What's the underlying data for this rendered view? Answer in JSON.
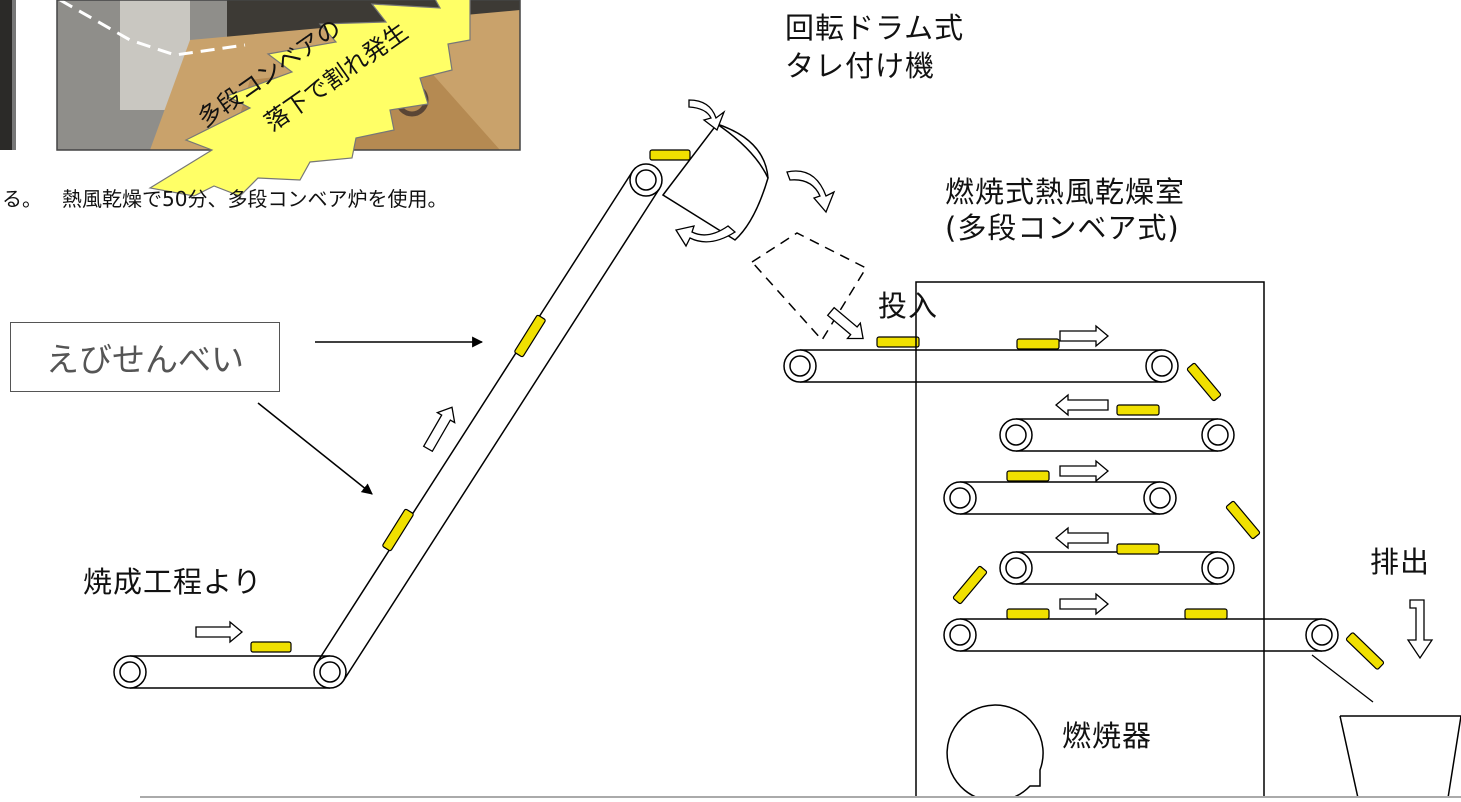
{
  "caption": {
    "left_fragment": "る。",
    "right": "熱風乾燥で50分、多段コンベア炉を使用。"
  },
  "starburst": {
    "line1": "多段コンベアの",
    "line2": "落下で割れ発生"
  },
  "labels": {
    "tumbler": [
      "回転ドラム式",
      "タレ付け機"
    ],
    "dryer": [
      "燃焼式熱風乾燥室",
      "(多段コンベア式)"
    ],
    "product": "えびせんべい",
    "from_baking": "焼成工程より",
    "input": "投入",
    "output": "排出",
    "burner": "燃焼器"
  },
  "colors": {
    "cracker": "#f0e000",
    "cracker_stroke": "#000000",
    "starburst": "#ffff66",
    "photo_dark": "#3d3a35",
    "photo_crackers": "#c9a26b",
    "line": "#000000",
    "label_box_text": "#555555"
  }
}
